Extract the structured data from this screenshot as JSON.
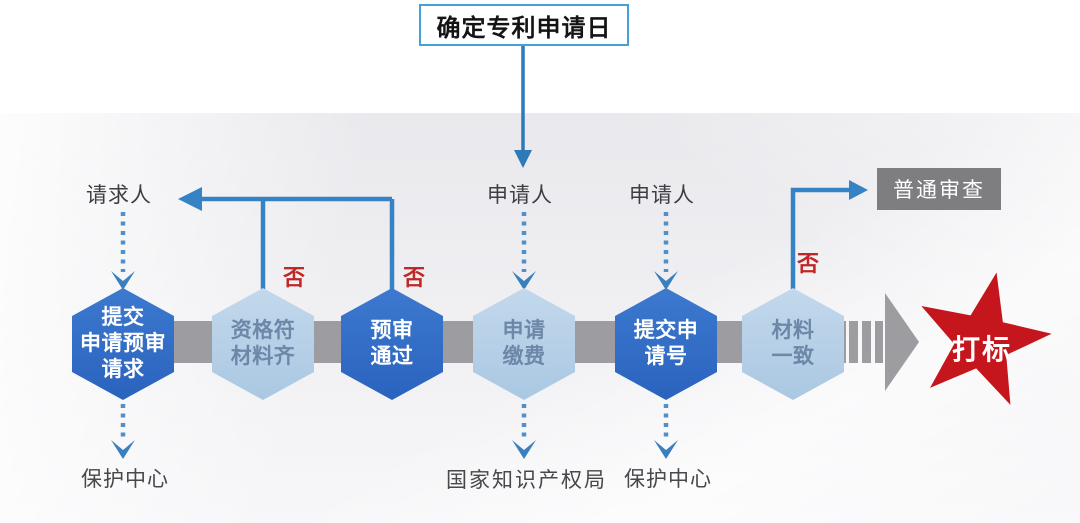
{
  "title": "确定专利申请日",
  "labels": {
    "requester": "请求人",
    "applicant_fee": "申请人",
    "applicant_submit": "申请人",
    "no": "否",
    "normal_examination": "普通审查",
    "star": "打标",
    "protection_center_left": "保护中心",
    "cnipa": "国家知识产权局",
    "protection_center_right": "保护中心"
  },
  "steps": [
    {
      "lines": [
        "提交",
        "申请预审",
        "请求"
      ],
      "tone": "dark"
    },
    {
      "lines": [
        "资格符",
        "材料齐"
      ],
      "tone": "light"
    },
    {
      "lines": [
        "预审",
        "通过"
      ],
      "tone": "dark"
    },
    {
      "lines": [
        "申请",
        "缴费"
      ],
      "tone": "light"
    },
    {
      "lines": [
        "提交申",
        "请号"
      ],
      "tone": "dark"
    },
    {
      "lines": [
        "材料",
        "一致"
      ],
      "tone": "light"
    }
  ],
  "colors": {
    "dark_hexagon": "#2f6cc5",
    "light_hexagon": "#b6cfe7",
    "process_bar": "#9d9da1",
    "connector_blue": "#3583c4",
    "dotted_blue": "#4f90c8",
    "no_red": "#c02828",
    "star_red": "#c5161d",
    "exam_box_gray": "#7e7e81",
    "title_border": "#45a2d5"
  }
}
